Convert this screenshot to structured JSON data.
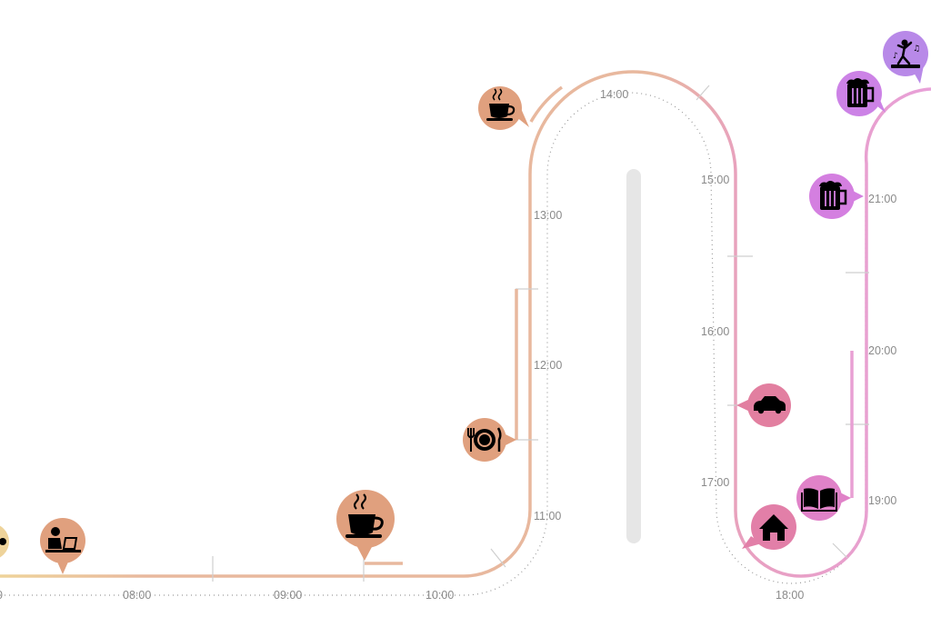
{
  "time_labels": [
    "08:00",
    "09:00",
    "10:00",
    "11:00",
    "12:00",
    "13:00",
    "14:00",
    "15:00",
    "16:00",
    "17:00",
    "18:00",
    "19:00",
    "20:00",
    "21:00"
  ],
  "edge_label_left": "0",
  "events": [
    {
      "name": "work-laptop-icon",
      "color": "#e0a07e"
    },
    {
      "name": "coffee-icon",
      "color": "#e0a07e"
    },
    {
      "name": "meal-icon",
      "color": "#e0a07e"
    },
    {
      "name": "coffee-icon",
      "color": "#e0a07e"
    },
    {
      "name": "car-icon",
      "color": "#e27fa0"
    },
    {
      "name": "home-icon",
      "color": "#e27fa8"
    },
    {
      "name": "book-icon",
      "color": "#e082c8"
    },
    {
      "name": "beer-icon",
      "color": "#d47fe0"
    },
    {
      "name": "beer-icon",
      "color": "#cc82e6"
    },
    {
      "name": "dancing-icon",
      "color": "#b889e8"
    }
  ],
  "colors": {
    "track_warm": "#e8b89e",
    "track_pink": "#e8a0d4",
    "track_yellow": "#eed39a",
    "scrollbar": "#e6e6e6",
    "label": "#8a8a8a"
  }
}
